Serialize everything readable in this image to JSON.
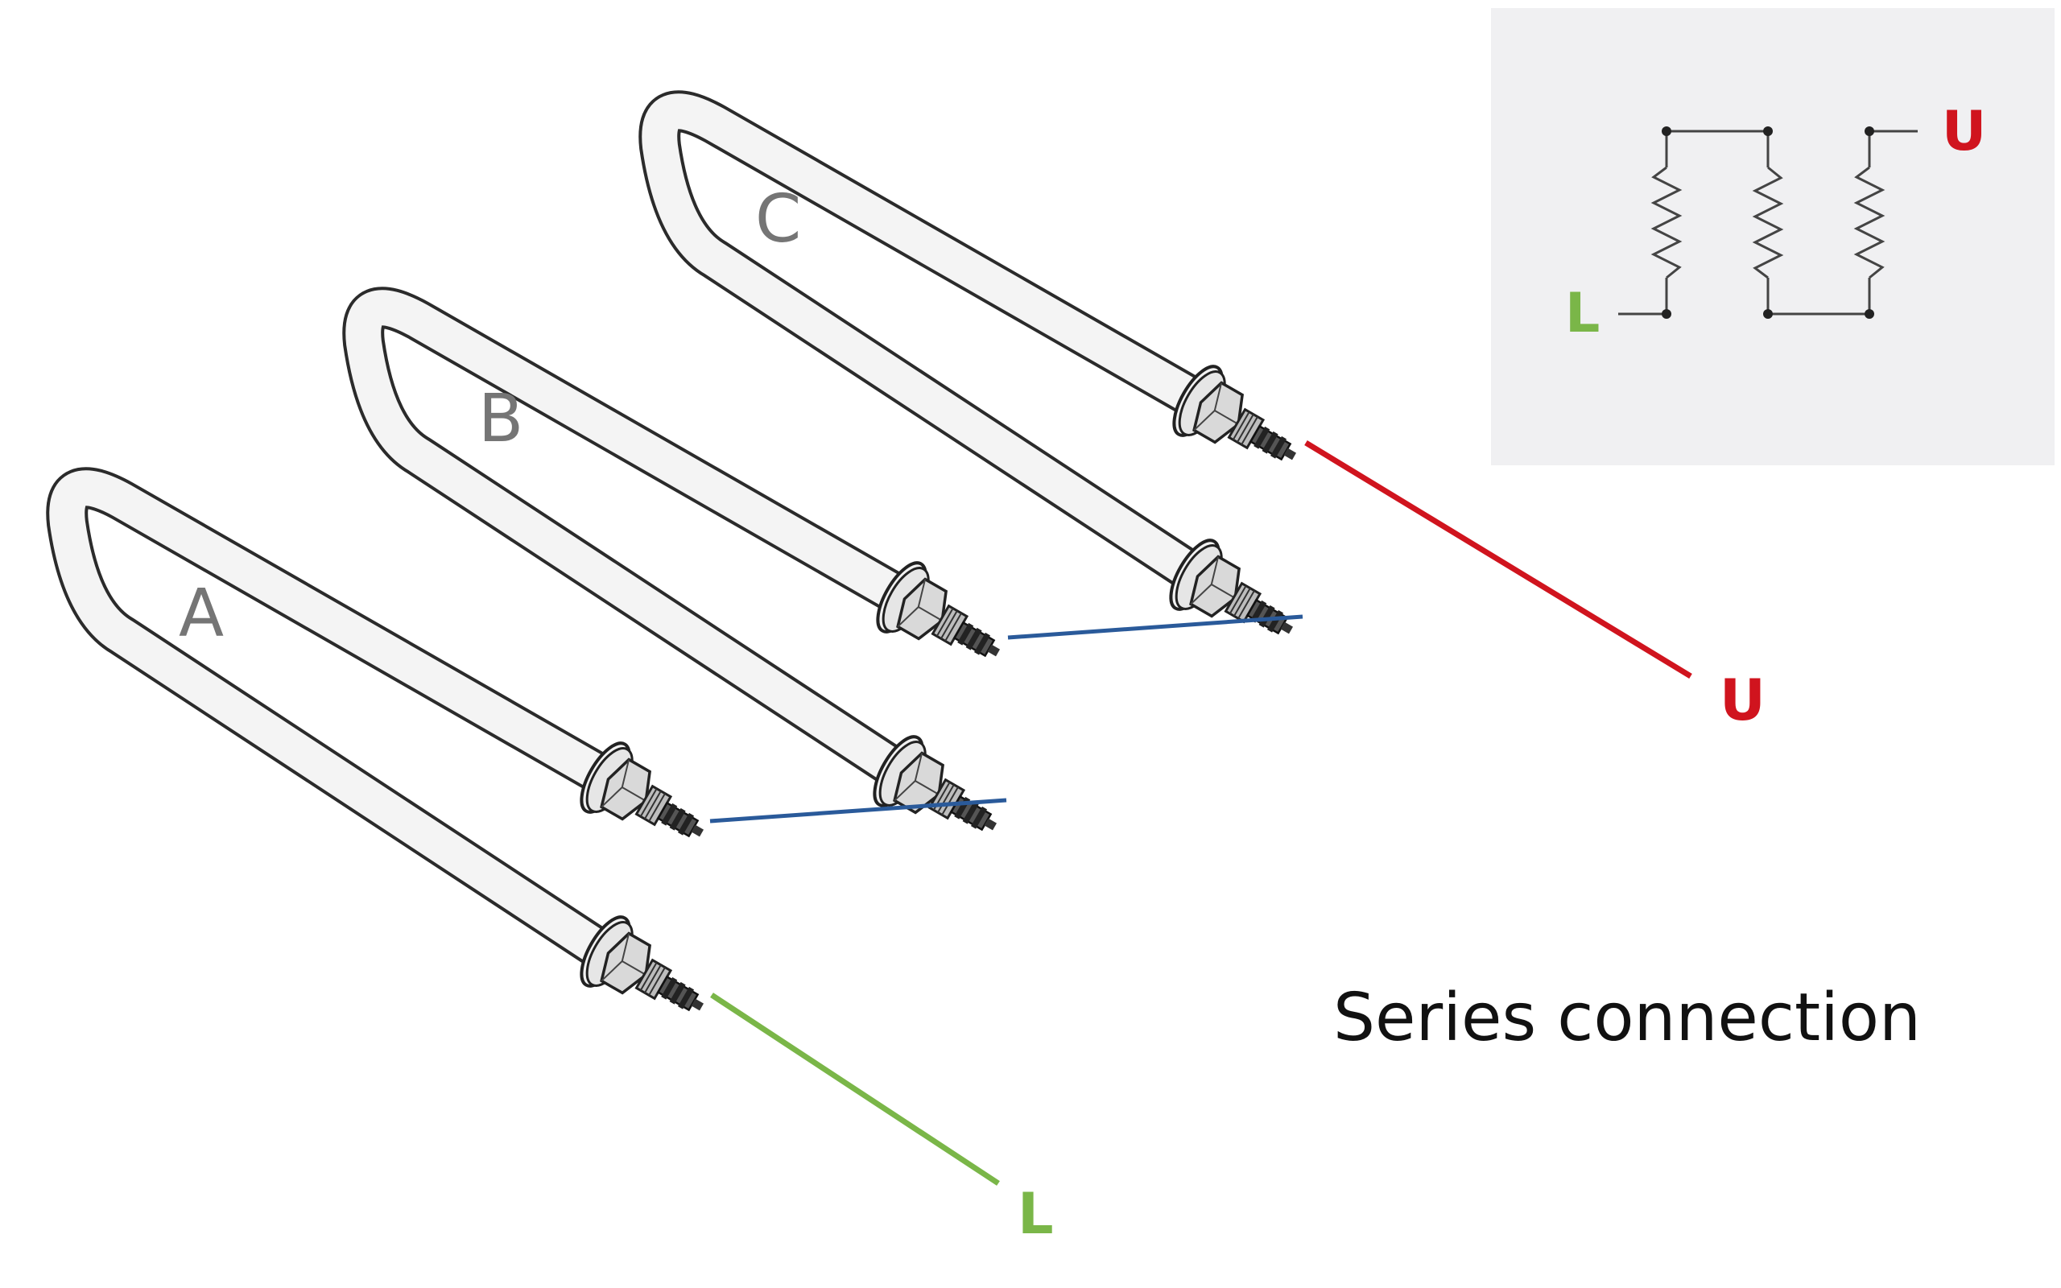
{
  "diagram": {
    "heaters": [
      {
        "id": "A",
        "label": "A"
      },
      {
        "id": "B",
        "label": "B"
      },
      {
        "id": "C",
        "label": "C"
      }
    ],
    "leads": {
      "line": {
        "label": "L",
        "color": "#7ab648"
      },
      "output": {
        "label": "U",
        "color": "#d0141e"
      },
      "jumper_color": "#2a5a9a"
    },
    "schematic": {
      "line_label": "L",
      "output_label": "U"
    },
    "caption": "Series connection"
  }
}
